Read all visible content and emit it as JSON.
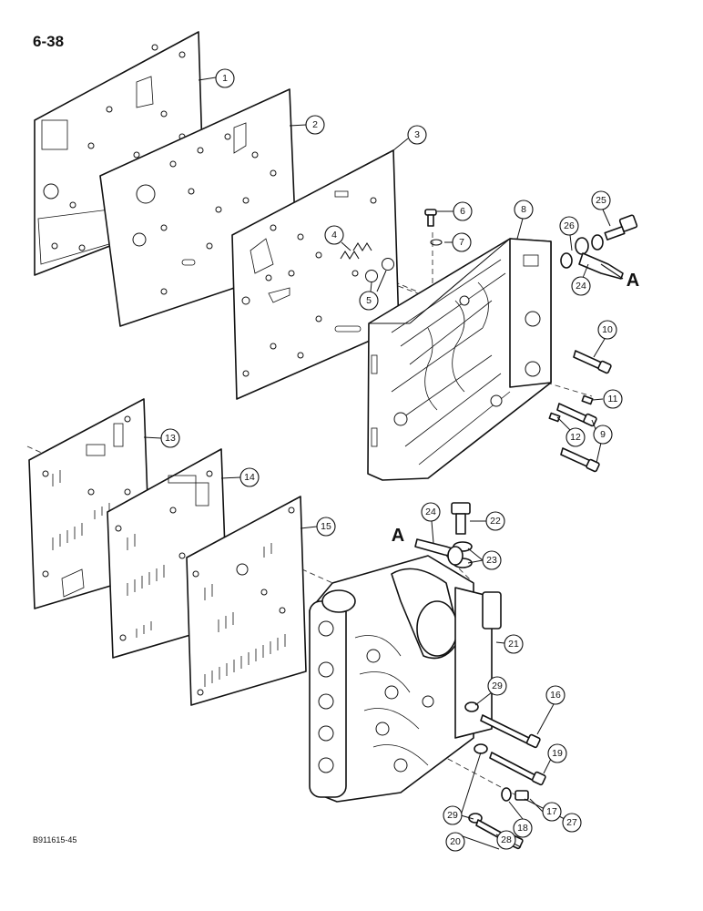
{
  "page_number": "6-38",
  "figure_id": "B911615-45",
  "connection_label": "A",
  "callouts": [
    "1",
    "2",
    "3",
    "4",
    "5",
    "6",
    "7",
    "8",
    "9",
    "10",
    "11",
    "12",
    "13",
    "14",
    "15",
    "16",
    "17",
    "18",
    "19",
    "20",
    "21",
    "22",
    "23",
    "24",
    "25",
    "26",
    "27",
    "28",
    "29"
  ]
}
